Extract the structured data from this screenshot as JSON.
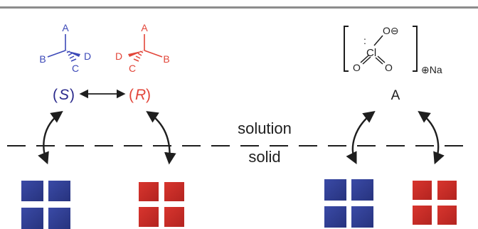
{
  "colors": {
    "s_blue": "#2b2a8c",
    "s_atom_blue": "#3c49b8",
    "r_red": "#e2463a",
    "crystal_blue": "#2e3c8f",
    "crystal_red": "#c82a25",
    "neutral": "#1e1e1e",
    "top_rule": "#8c8c8c"
  },
  "s_molecule": {
    "atoms": [
      "A",
      "B",
      "D",
      "C"
    ]
  },
  "r_molecule": {
    "atoms": [
      "A",
      "D",
      "B",
      "C"
    ]
  },
  "s_label": {
    "open": "(",
    "letter": "S",
    "close": ")"
  },
  "r_label": {
    "open": "(",
    "letter": "R",
    "close": ")"
  },
  "perchlorate": {
    "atoms": {
      "o_top": "O",
      "o_left": "O",
      "o_right": "O",
      "cl": "Cl",
      "lone_pair": ":"
    },
    "o_minus": "O⊖",
    "counterion": "⊕Na"
  },
  "compound_label": "A",
  "phase_labels": {
    "top": "solution",
    "bottom": "solid"
  },
  "icons": [
    "double-arrow-icon",
    "equilibrium-arrow-icon"
  ]
}
